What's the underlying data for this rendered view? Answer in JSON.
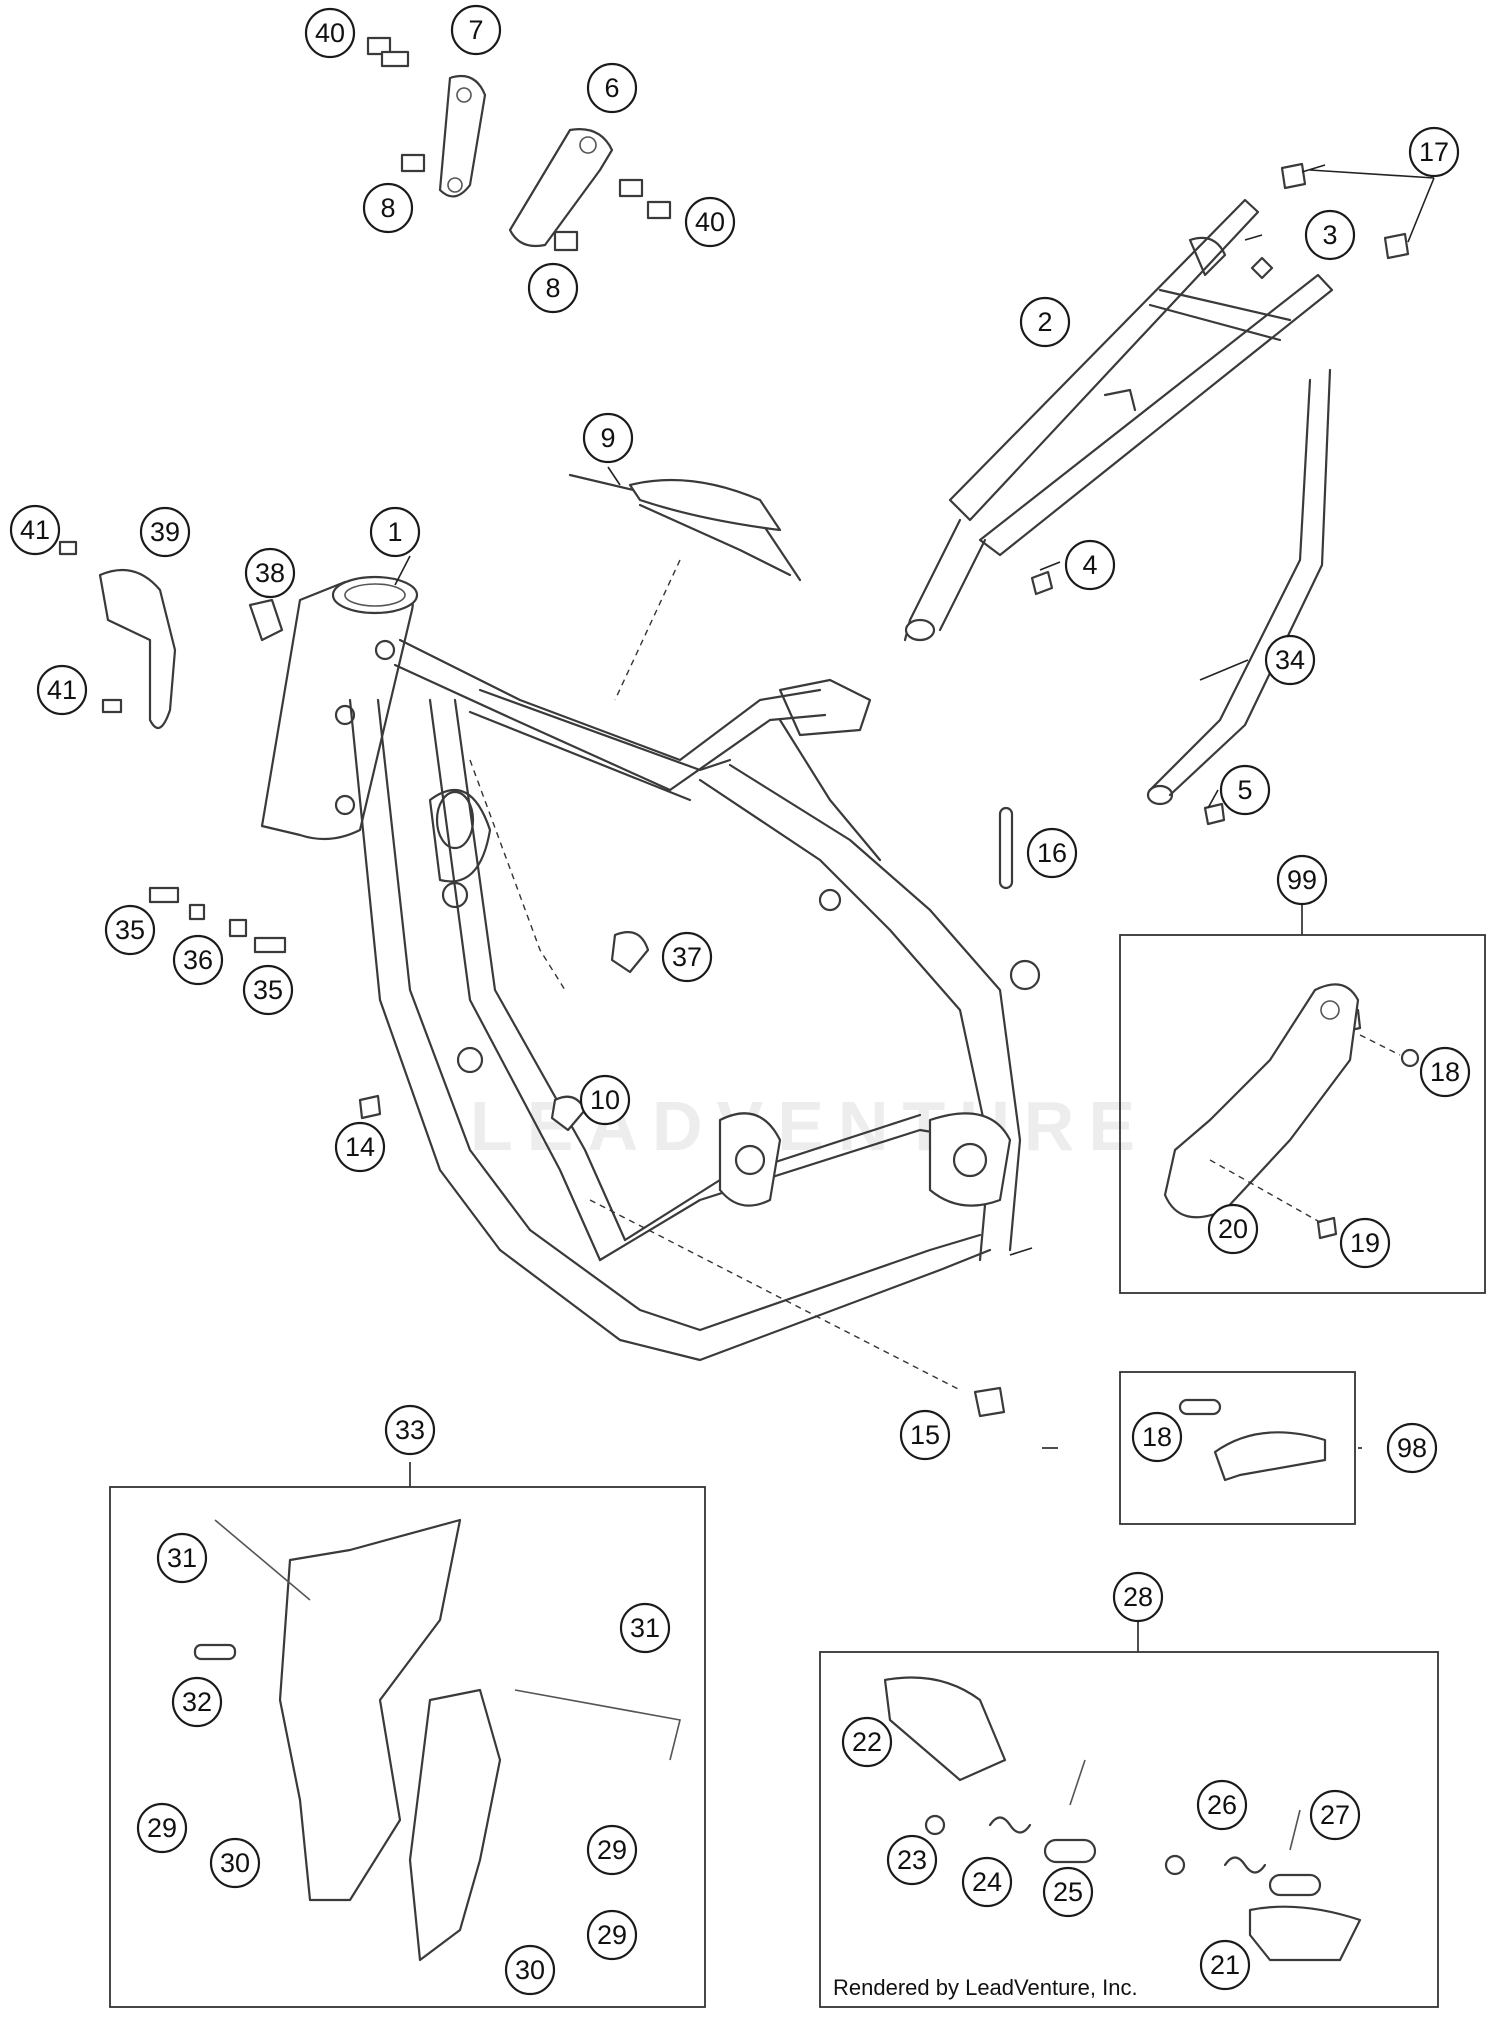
{
  "watermark": "LEADVENTURE",
  "credit": "Rendered by LeadVenture, Inc.",
  "callouts": [
    "1",
    "2",
    "3",
    "4",
    "5",
    "6",
    "7",
    "8",
    "8",
    "9",
    "10",
    "14",
    "15",
    "16",
    "17",
    "18",
    "18",
    "19",
    "20",
    "21",
    "22",
    "23",
    "24",
    "25",
    "26",
    "27",
    "28",
    "29",
    "29",
    "29",
    "30",
    "30",
    "31",
    "31",
    "32",
    "33",
    "34",
    "35",
    "35",
    "36",
    "37",
    "38",
    "39",
    "40",
    "40",
    "41",
    "41",
    "98",
    "99"
  ]
}
